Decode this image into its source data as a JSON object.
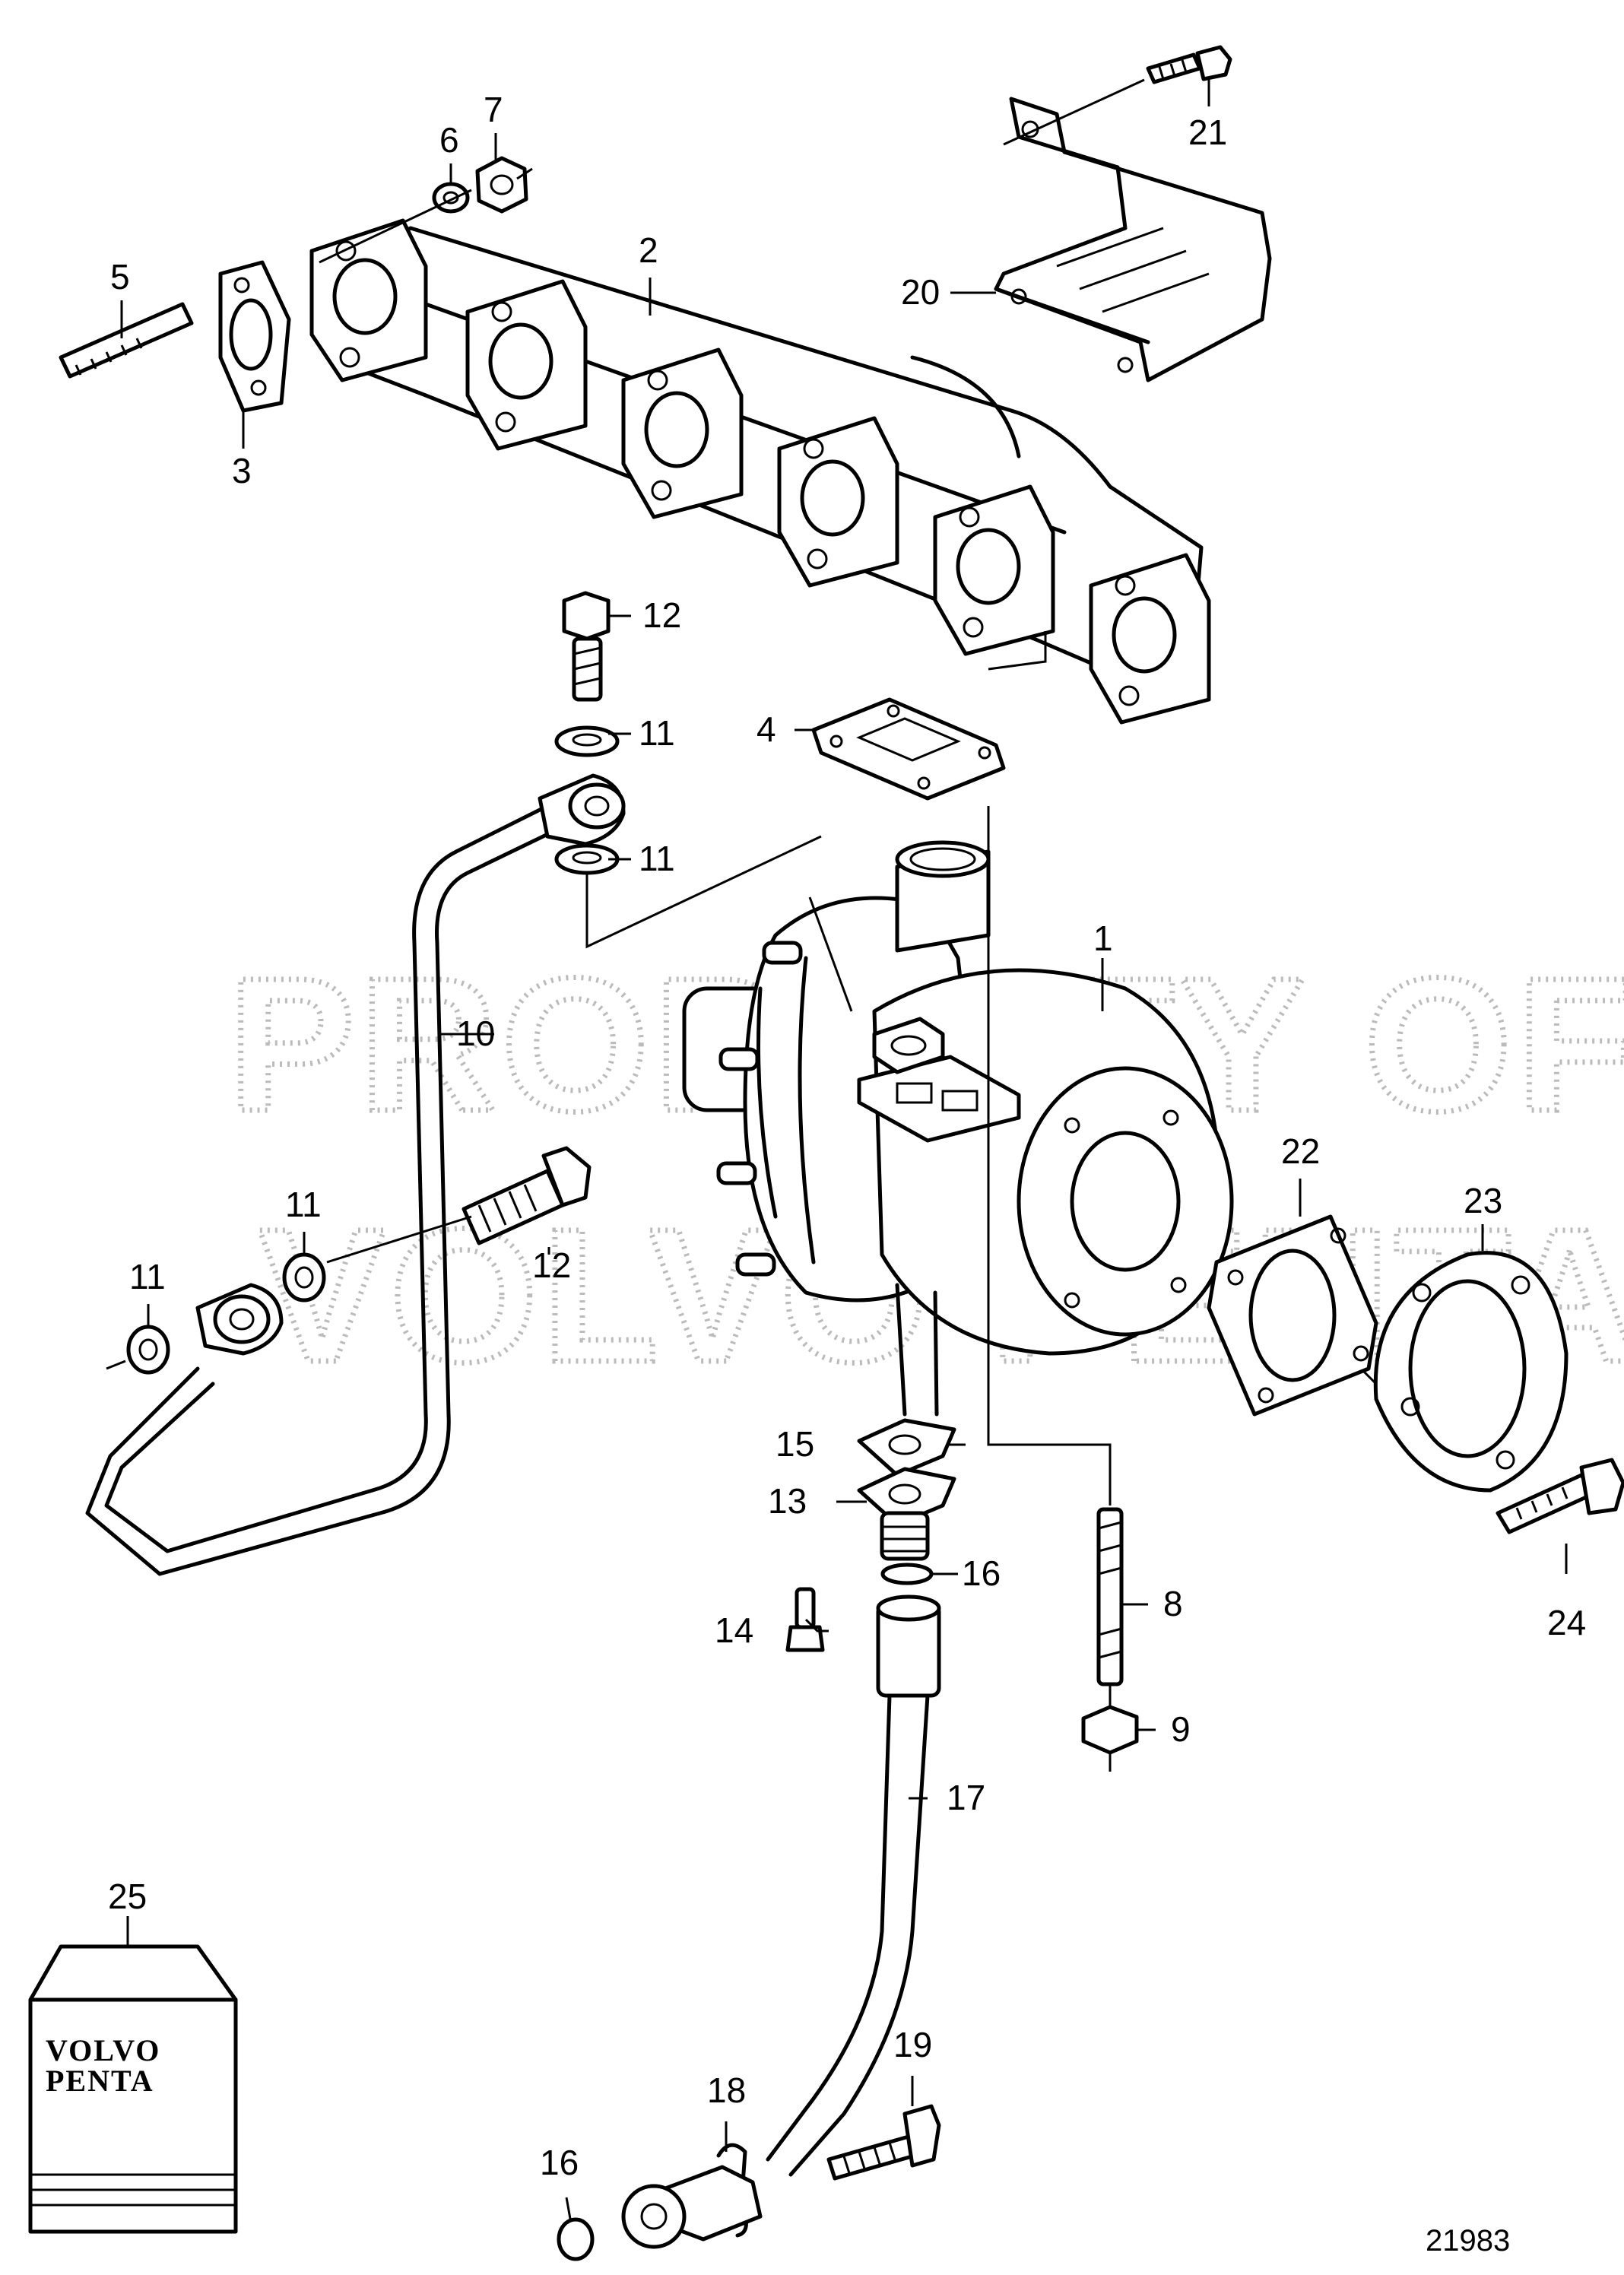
{
  "diagram": {
    "reference_number": "21983",
    "watermark": [
      "PROPERTY OF",
      "VOLVO PENTA"
    ],
    "logo_lines": [
      "VOLVO",
      "PENTA"
    ],
    "callouts": [
      "1",
      "2",
      "3",
      "4",
      "5",
      "6",
      "7",
      "8",
      "9",
      "10",
      "11",
      "11",
      "11",
      "11",
      "12",
      "12",
      "13",
      "14",
      "15",
      "16",
      "16",
      "17",
      "18",
      "19",
      "20",
      "21",
      "22",
      "23",
      "24",
      "25"
    ]
  },
  "colors": {
    "line": "#000000",
    "background": "#ffffff",
    "watermark": "#bbbbbb"
  }
}
